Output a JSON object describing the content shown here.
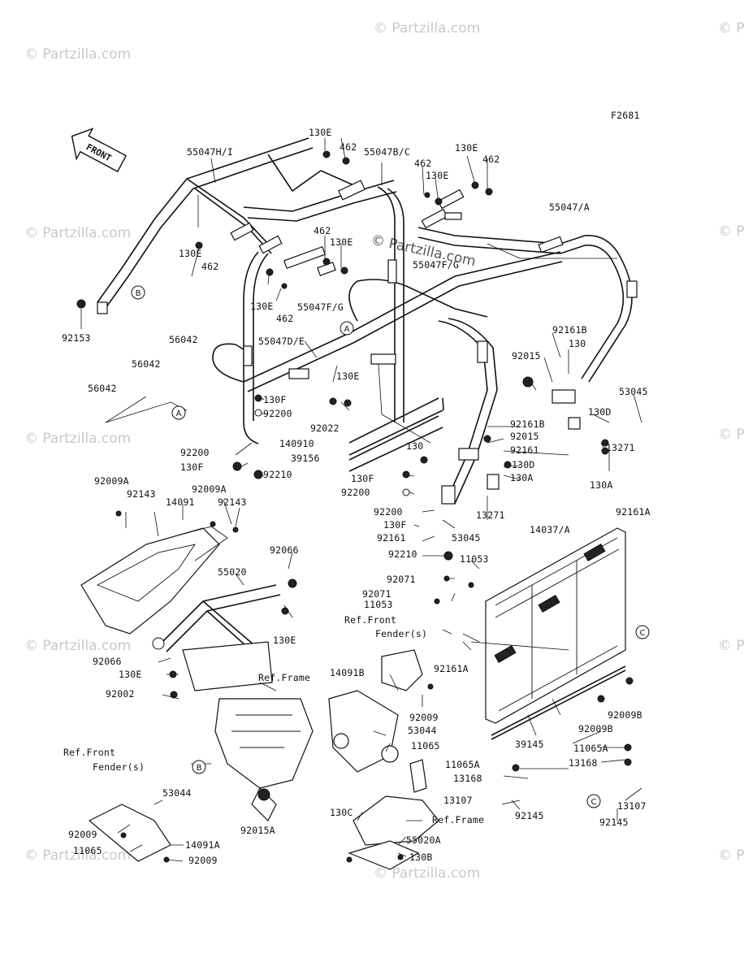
{
  "figure_code": "F2681",
  "front_label": "FRONT",
  "watermark": "© Partzilla.com",
  "center_watermark": "© Partzilla.com",
  "callouts": {
    "a": "A",
    "b": "B",
    "c": "C"
  },
  "labels": {
    "p130e_a": "130E",
    "p462_a": "462",
    "p55047hi": "55047H/I",
    "p55047bc": "55047B/C",
    "p462_b": "462",
    "p130e_b": "130E",
    "p130e_c": "130E",
    "p462_c": "462",
    "p55047a": "55047/A",
    "p130e_d": "130E",
    "p462_d": "462",
    "p462_e": "462",
    "p130e_e": "130E",
    "p55047fg_a": "55047F/G",
    "p130e_f": "130E",
    "p462_f": "462",
    "p55047fg_b": "55047F/G",
    "p92153": "92153",
    "p55047de": "55047D/E",
    "p56042_a": "56042",
    "p56042_b": "56042",
    "p56042_c": "56042",
    "p130e_g": "130E",
    "p130f_a": "130F",
    "p92200_a": "92200",
    "p92022": "92022",
    "p92161b_a": "92161B",
    "p130_a": "130",
    "p92015_a": "92015",
    "p53045_a": "53045",
    "p130d_a": "130D",
    "p92161b_b": "92161B",
    "p92015_b": "92015",
    "p92161_a": "92161",
    "p140910": "140910",
    "p39156": "39156",
    "p92200_b": "92200",
    "p130f_b": "130F",
    "p92210_a": "92210",
    "p130_b": "130",
    "p130d_b": "130D",
    "p130f_c": "130F",
    "p130a_a": "130A",
    "p92200_c": "92200",
    "p13271_a": "13271",
    "p13271_b": "13271",
    "p130a_b": "130A",
    "p92009a_a": "92009A",
    "p92143_a": "92143",
    "p92009a_b": "92009A",
    "p14091": "14091",
    "p92143_b": "92143",
    "p92200_d": "92200",
    "p130f_d": "130F",
    "p92161_b": "92161",
    "p53045_b": "53045",
    "p14037a": "14037/A",
    "p92161a_a": "92161A",
    "p92210_b": "92210",
    "p11053_a": "11053",
    "p92066_a": "92066",
    "p55020": "55020",
    "p92071_a": "92071",
    "p92071_b": "92071",
    "p11053_b": "11053",
    "p130e_h": "130E",
    "ref_front_fender_a1": "Ref.Front",
    "ref_front_fender_a2": "Fender(s)",
    "p92066_b": "92066",
    "p130e_i": "130E",
    "p92002": "92002",
    "ref_frame_a": "Ref.Frame",
    "p14091b": "14091B",
    "p92161a_b": "92161A",
    "p92009_a": "92009",
    "p53044_a": "53044",
    "p11065_a": "11065",
    "p92009b_a": "92009B",
    "p92009b_b": "92009B",
    "p39145": "39145",
    "p11065a_a": "11065A",
    "p13168_a": "13168",
    "ref_front_fender_b1": "Ref.Front",
    "ref_front_fender_b2": "Fender(s)",
    "p53044_b": "53044",
    "p11065a_b": "11065A",
    "p13168_b": "13168",
    "p13107_a": "13107",
    "p92145_a": "92145",
    "p13107_b": "13107",
    "p92145_b": "92145",
    "p92009_b": "92009",
    "p11065_b": "11065",
    "p14091a": "14091A",
    "p92009_c": "92009",
    "p92015a": "92015A",
    "p130c": "130C",
    "ref_frame_b": "Ref.Frame",
    "p55020a": "55020A",
    "p130b": "130B"
  }
}
